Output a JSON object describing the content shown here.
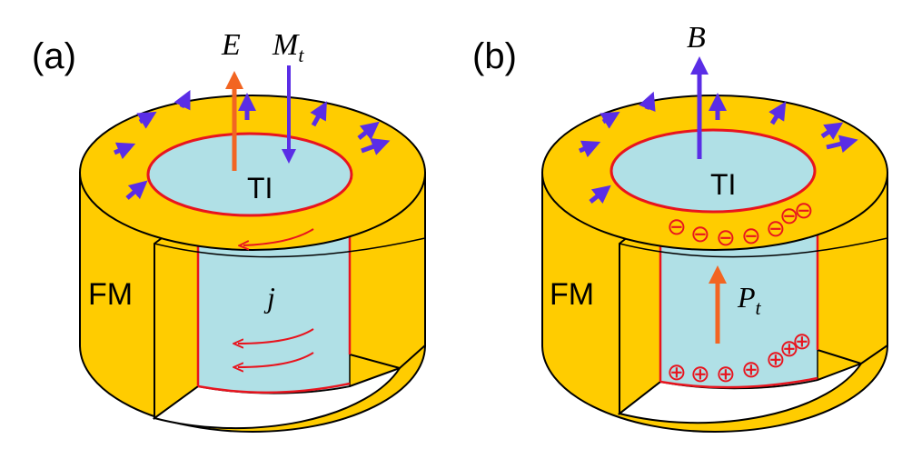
{
  "panel_a": {
    "label": "(a)",
    "E": "E",
    "M": "M",
    "M_sub": "t",
    "TI": "TI",
    "FM": "FM",
    "j": "j"
  },
  "panel_b": {
    "label": "(b)",
    "B": "B",
    "TI": "TI",
    "FM": "FM",
    "P": "P",
    "P_sub": "t",
    "minus_signs": [
      "⊖",
      "⊖",
      "⊖",
      "⊖",
      "⊖",
      "⊖",
      "⊖"
    ],
    "plus_signs": [
      "⊕",
      "⊕",
      "⊕",
      "⊕",
      "⊕",
      "⊕",
      "⊕"
    ]
  },
  "colors": {
    "ferromagnet": "#FFCC00",
    "ti": "#B0E0E6",
    "outline": "#000000",
    "boundary": "#E8141E",
    "magnetization_arrows": "#5A2DE6",
    "e_field": "#F26522",
    "b_field": "#5A2DE6"
  }
}
